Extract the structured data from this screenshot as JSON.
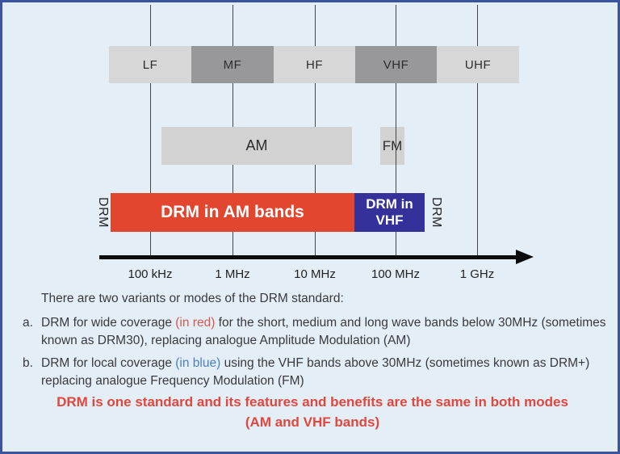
{
  "diagram": {
    "band_row": [
      {
        "label": "LF",
        "tone": "light"
      },
      {
        "label": "MF",
        "tone": "dark"
      },
      {
        "label": "HF",
        "tone": "light"
      },
      {
        "label": "VHF",
        "tone": "dark"
      },
      {
        "label": "UHF",
        "tone": "light"
      }
    ],
    "analog_row": {
      "am_label": "AM",
      "fm_label": "FM"
    },
    "drm_row": {
      "left_rotated_label": "DRM",
      "am_bar_label": "DRM in AM bands",
      "vhf_bar_label": "DRM in VHF",
      "right_rotated_label": "DRM"
    },
    "axis": {
      "tick_labels": [
        "100 kHz",
        "1 MHz",
        "10 MHz",
        "100 MHz",
        "1 GHz"
      ]
    },
    "colors": {
      "background": "#e3eef7",
      "frame_border": "#3b549e",
      "band_light_gray": "#d7d7d7",
      "band_dark_gray": "#98989a",
      "analog_gray": "#d2d2d2",
      "drm_am_red": "#e2462f",
      "drm_vhf_blue": "#34319b",
      "footer_red": "#e2463c",
      "inline_red": "#d9584c",
      "inline_blue": "#4c7fbb"
    }
  },
  "text": {
    "intro": "There are two variants or modes of the DRM standard:",
    "item_a": {
      "marker": "a.",
      "pre": "DRM for wide coverage ",
      "highlight": "(in red)",
      "post": " for the short, medium and long wave bands below 30MHz (sometimes known as DRM30), replacing analogue Amplitude Modulation (AM)"
    },
    "item_b": {
      "marker": "b.",
      "pre": "DRM for local coverage ",
      "highlight": "(in blue)",
      "post": " using the VHF bands above 30MHz (sometimes known as DRM+) replacing analogue Frequency Modulation (FM)"
    },
    "footer_line1": "DRM is one standard and its features and benefits are the same in both modes",
    "footer_line2": "(AM and VHF bands)"
  }
}
